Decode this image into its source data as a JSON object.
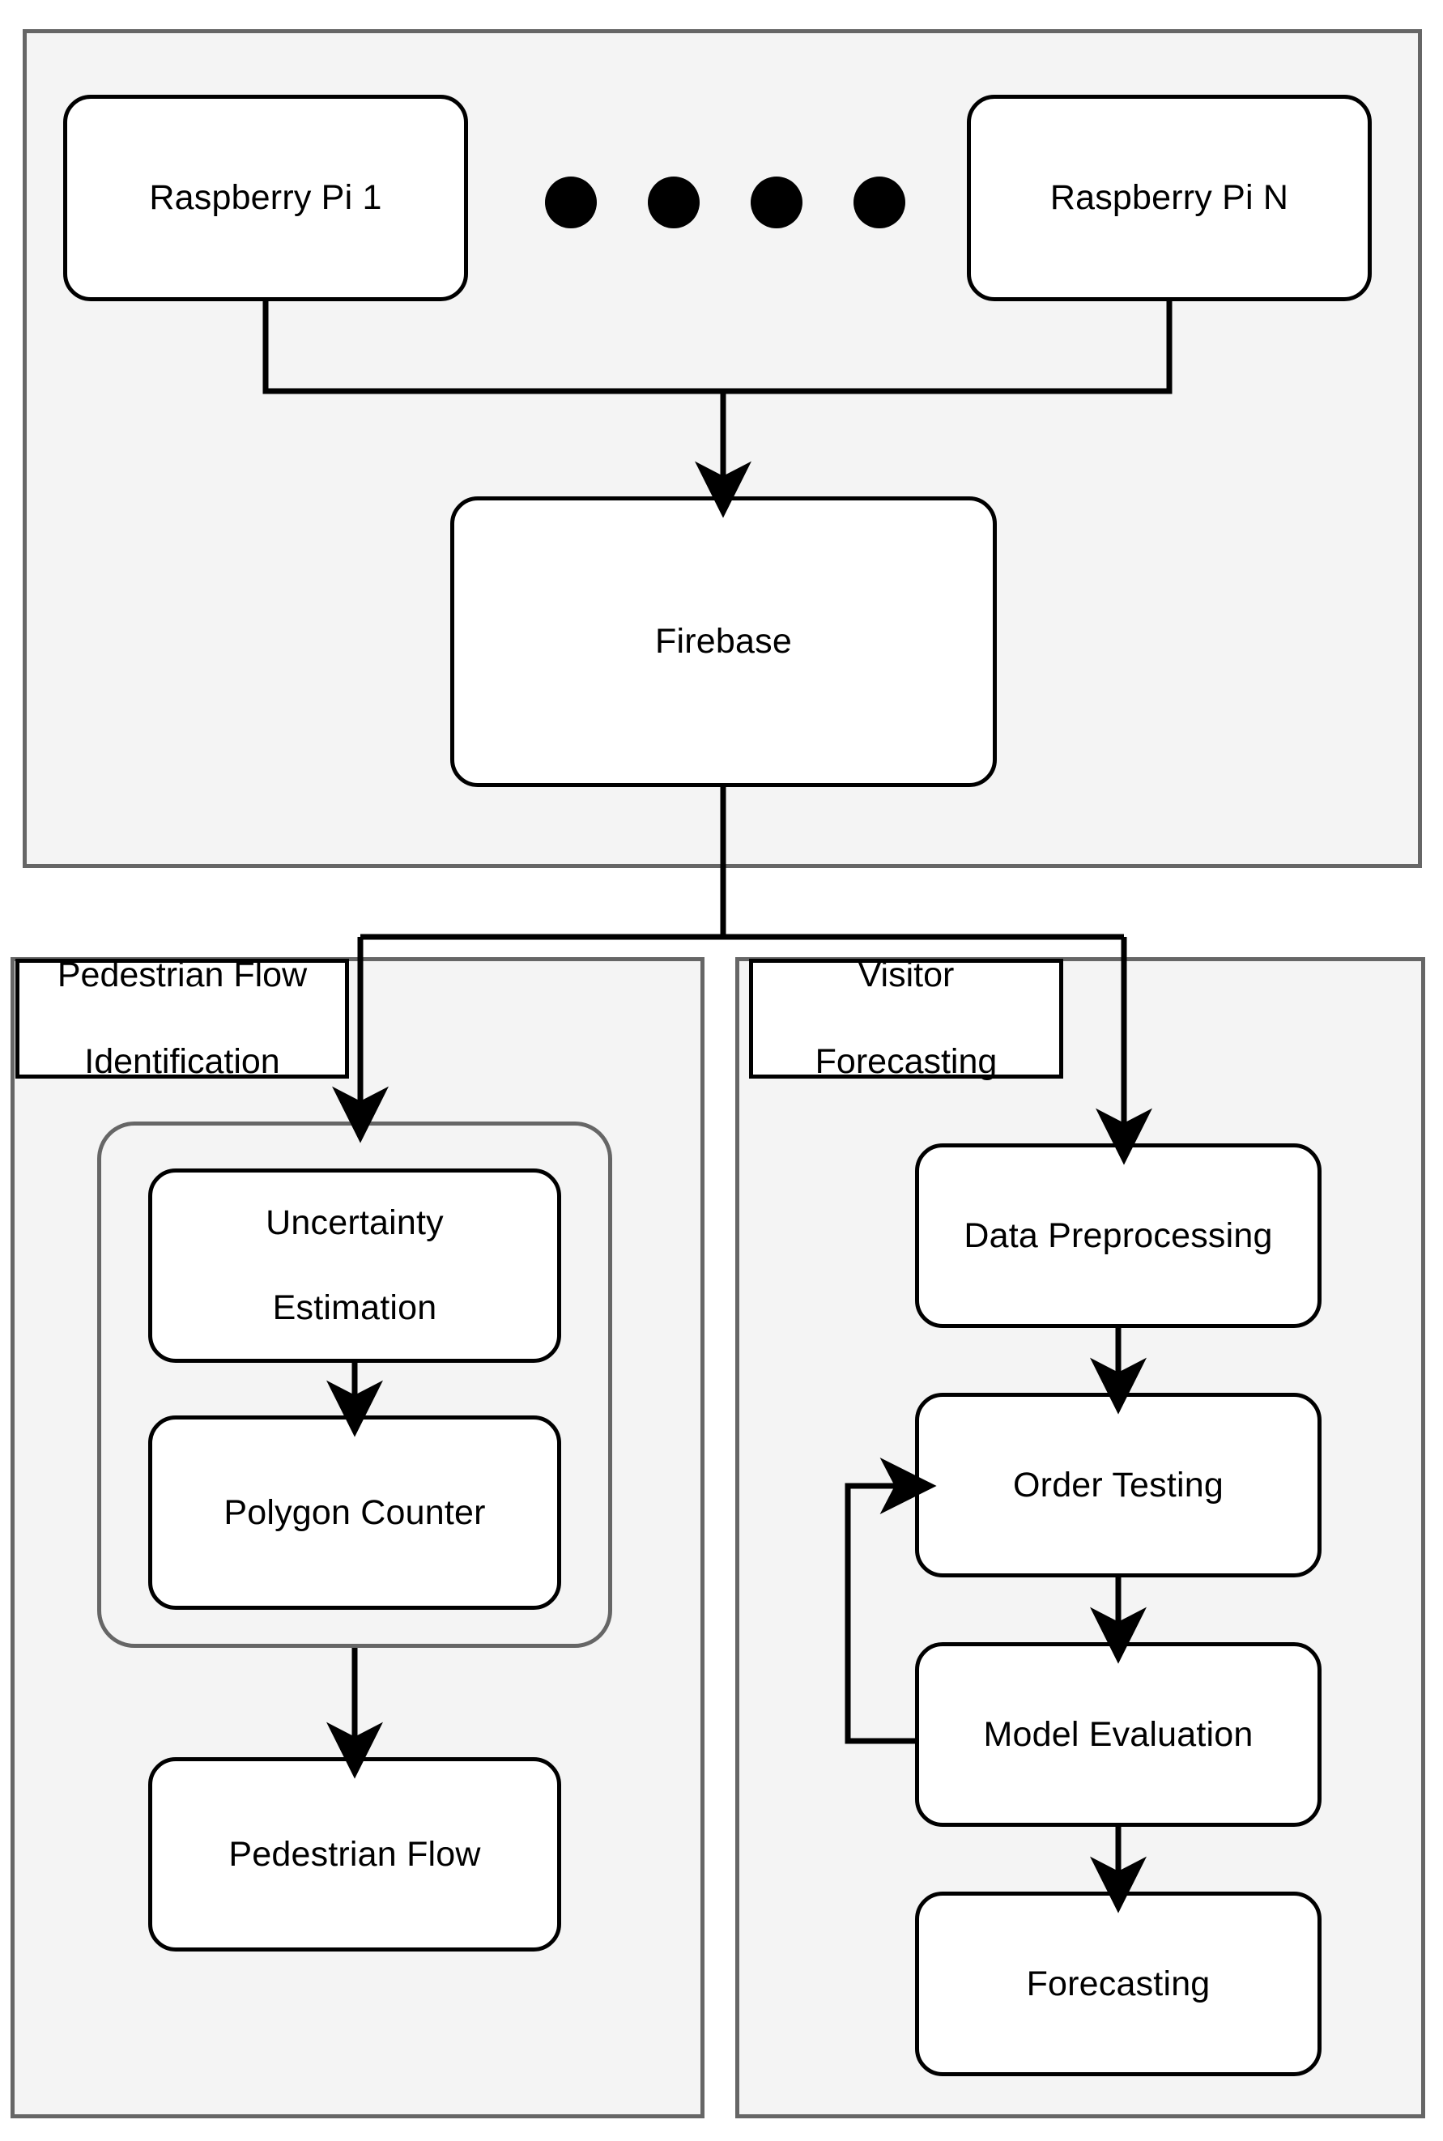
{
  "diagram": {
    "title": "System Architecture Flowchart",
    "background_color": "#ffffff",
    "panel_fill": "#f4f4f4",
    "panel_border_color": "#666666",
    "node_border_color": "#000000",
    "node_fill": "#ffffff",
    "arrow_color": "#000000"
  },
  "top_panel": {
    "name": "data-acquisition-panel",
    "nodes": [
      {
        "id": "rpi1",
        "label": "Raspberry Pi 1"
      },
      {
        "id": "rpiN",
        "label": "Raspberry Pi N"
      },
      {
        "id": "firebase",
        "label": "Firebase"
      }
    ],
    "ellipsis_dots": 4
  },
  "left_panel": {
    "name": "pedestrian-flow-identification-panel",
    "title": "Pedestrian Flow\nIdentification",
    "title_line1": "Pedestrian Flow",
    "title_line2": "Identification",
    "group": {
      "name": "detection-group",
      "nodes": [
        {
          "id": "uncertainty",
          "label_line1": "Uncertainty",
          "label_line2": "Estimation"
        },
        {
          "id": "polygon",
          "label": "Polygon Counter"
        }
      ]
    },
    "output": {
      "id": "pedestrian_flow",
      "label": "Pedestrian Flow"
    }
  },
  "right_panel": {
    "name": "visitor-forecasting-panel",
    "title": "Visitor\nForecasting",
    "title_line1": "Visitor",
    "title_line2": "Forecasting",
    "nodes": [
      {
        "id": "preprocessing",
        "label": "Data Preprocessing"
      },
      {
        "id": "order_testing",
        "label": "Order Testing"
      },
      {
        "id": "model_evaluation",
        "label": "Model Evaluation"
      },
      {
        "id": "forecasting",
        "label": "Forecasting"
      }
    ]
  },
  "edges": [
    {
      "from": "rpi1",
      "to": "firebase"
    },
    {
      "from": "rpiN",
      "to": "firebase"
    },
    {
      "from": "firebase",
      "to": "uncertainty"
    },
    {
      "from": "firebase",
      "to": "preprocessing"
    },
    {
      "from": "uncertainty",
      "to": "polygon"
    },
    {
      "from": "detection-group",
      "to": "pedestrian_flow"
    },
    {
      "from": "preprocessing",
      "to": "order_testing"
    },
    {
      "from": "order_testing",
      "to": "model_evaluation"
    },
    {
      "from": "model_evaluation",
      "to": "order_testing",
      "type": "feedback"
    },
    {
      "from": "model_evaluation",
      "to": "forecasting"
    }
  ]
}
